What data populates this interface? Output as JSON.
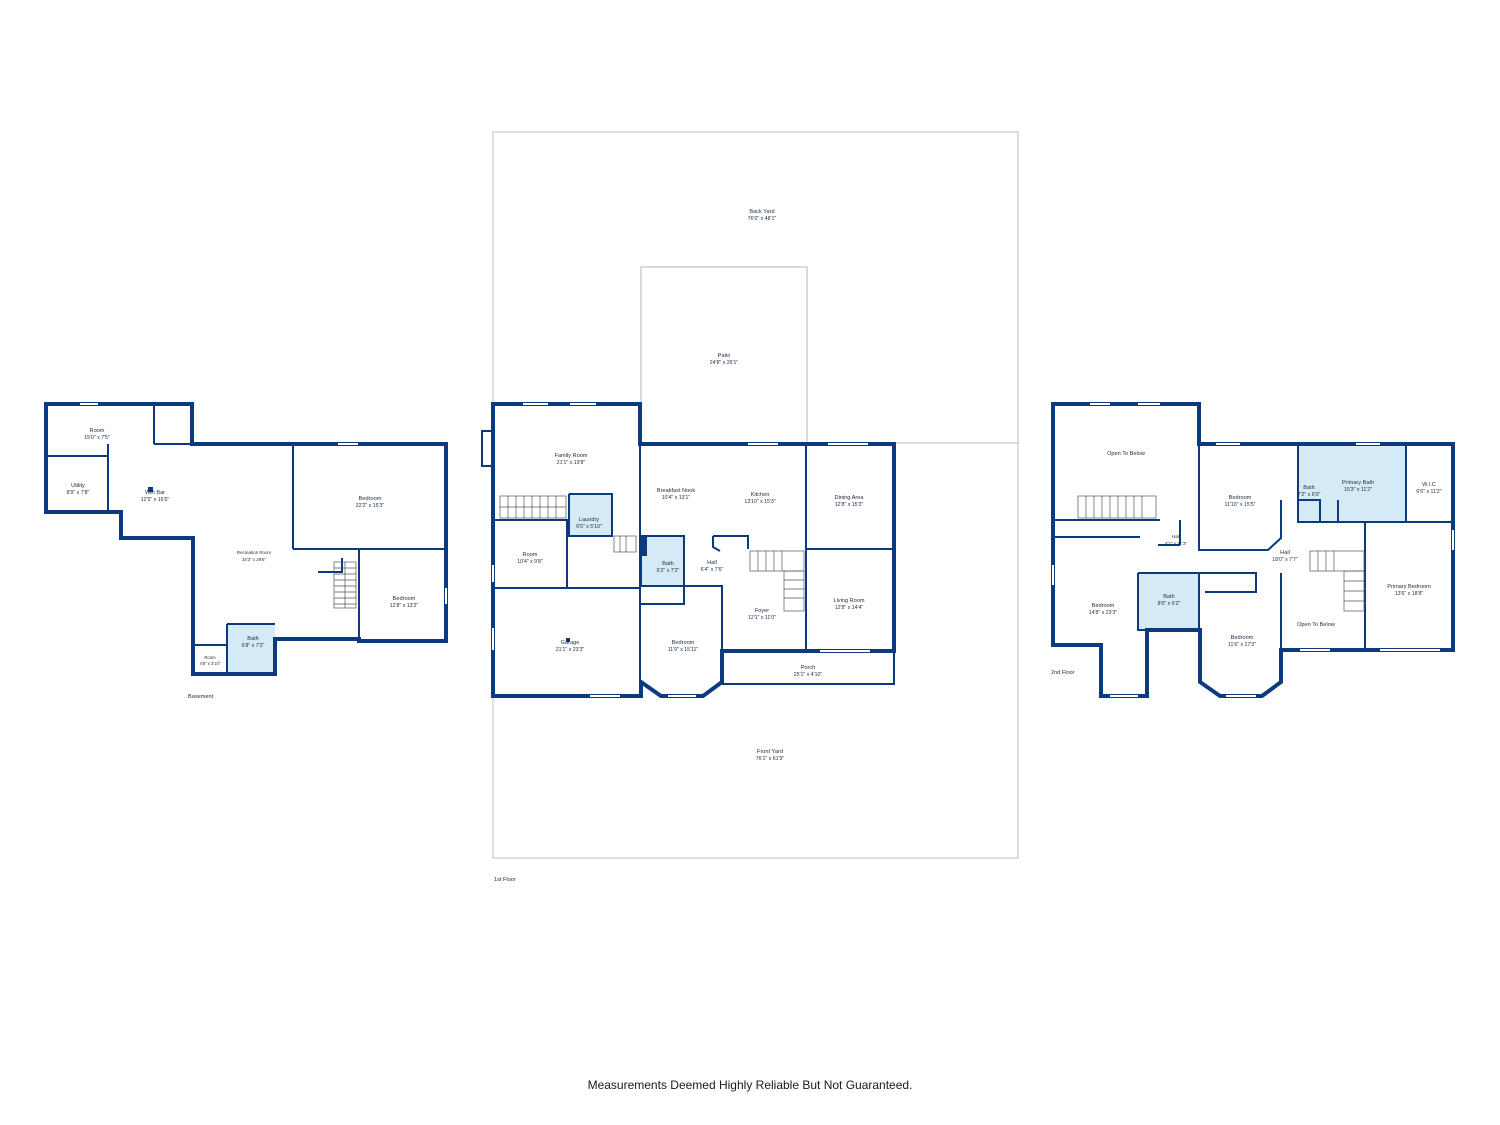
{
  "floors": {
    "basement": {
      "label": "Basement",
      "rooms": [
        {
          "name": "Room",
          "dims": "15'0\" x 7'5\""
        },
        {
          "name": "Utility",
          "dims": "8'9\" x 7'8\""
        },
        {
          "name": "Wet Bar",
          "dims": "12'5\" x 16'6\""
        },
        {
          "name": "Recreation Room",
          "dims": "34'3\" x 29'6\""
        },
        {
          "name": "Bedroom",
          "dims": "22'2\" x 15'3\""
        },
        {
          "name": "Bedroom",
          "dims": "12'8\" x 13'2\""
        },
        {
          "name": "Bath",
          "dims": "6'8\" x 7'2\""
        },
        {
          "name": "Room",
          "dims": "4'8\" x 3'10\""
        }
      ]
    },
    "first": {
      "label": "1st Floor",
      "rooms": [
        {
          "name": "Back Yard",
          "dims": "76'0\" x 48'1\""
        },
        {
          "name": "Patio",
          "dims": "24'8\" x 26'1\""
        },
        {
          "name": "Family Room",
          "dims": "21'1\" x 19'8\""
        },
        {
          "name": "Breakfast Nook",
          "dims": "10'4\" x 13'1\""
        },
        {
          "name": "Kitchen",
          "dims": "13'10\" x 15'3\""
        },
        {
          "name": "Dining Area",
          "dims": "12'8\" x 15'3\""
        },
        {
          "name": "Laundry",
          "dims": "6'5\" x 5'10\""
        },
        {
          "name": "Room",
          "dims": "10'4\" x 9'8\""
        },
        {
          "name": "Bath",
          "dims": "6'2\" x 7'2\""
        },
        {
          "name": "Hall",
          "dims": "6'4\" x 7'6\""
        },
        {
          "name": "Foyer",
          "dims": "12'1\" x 11'0\""
        },
        {
          "name": "Living Room",
          "dims": "12'8\" x 14'4\""
        },
        {
          "name": "Garage",
          "dims": "21'1\" x 23'3\""
        },
        {
          "name": "Bedroom",
          "dims": "11'9\" x 15'11\""
        },
        {
          "name": "Porch",
          "dims": "25'1\" x 4'10\""
        },
        {
          "name": "Front Yard",
          "dims": "76'1\" x 61'9\""
        }
      ]
    },
    "second": {
      "label": "2nd Floor",
      "rooms": [
        {
          "name": "Open To Below",
          "dims": ""
        },
        {
          "name": "Bedroom",
          "dims": "11'10\" x 15'5\""
        },
        {
          "name": "Bath",
          "dims": "7'2\" x 6'0\""
        },
        {
          "name": "Primary Bath",
          "dims": "15'3\" x 11'2\""
        },
        {
          "name": "W.I.C",
          "dims": "6'6\" x 11'2\""
        },
        {
          "name": "Hall",
          "dims": "4'2\" x 11'3\""
        },
        {
          "name": "Hall",
          "dims": "18'0\" x 7'7\""
        },
        {
          "name": "Bedroom",
          "dims": "14'8\" x 23'3\""
        },
        {
          "name": "Bath",
          "dims": "8'0\" x 6'2\""
        },
        {
          "name": "Bedroom",
          "dims": "11'6\" x 17'3\""
        },
        {
          "name": "Open To Below",
          "dims": ""
        },
        {
          "name": "Primary Bedroom",
          "dims": "13'6\" x 18'8\""
        }
      ]
    }
  },
  "disclaimer": "Measurements Deemed Highly Reliable But Not Guaranteed."
}
